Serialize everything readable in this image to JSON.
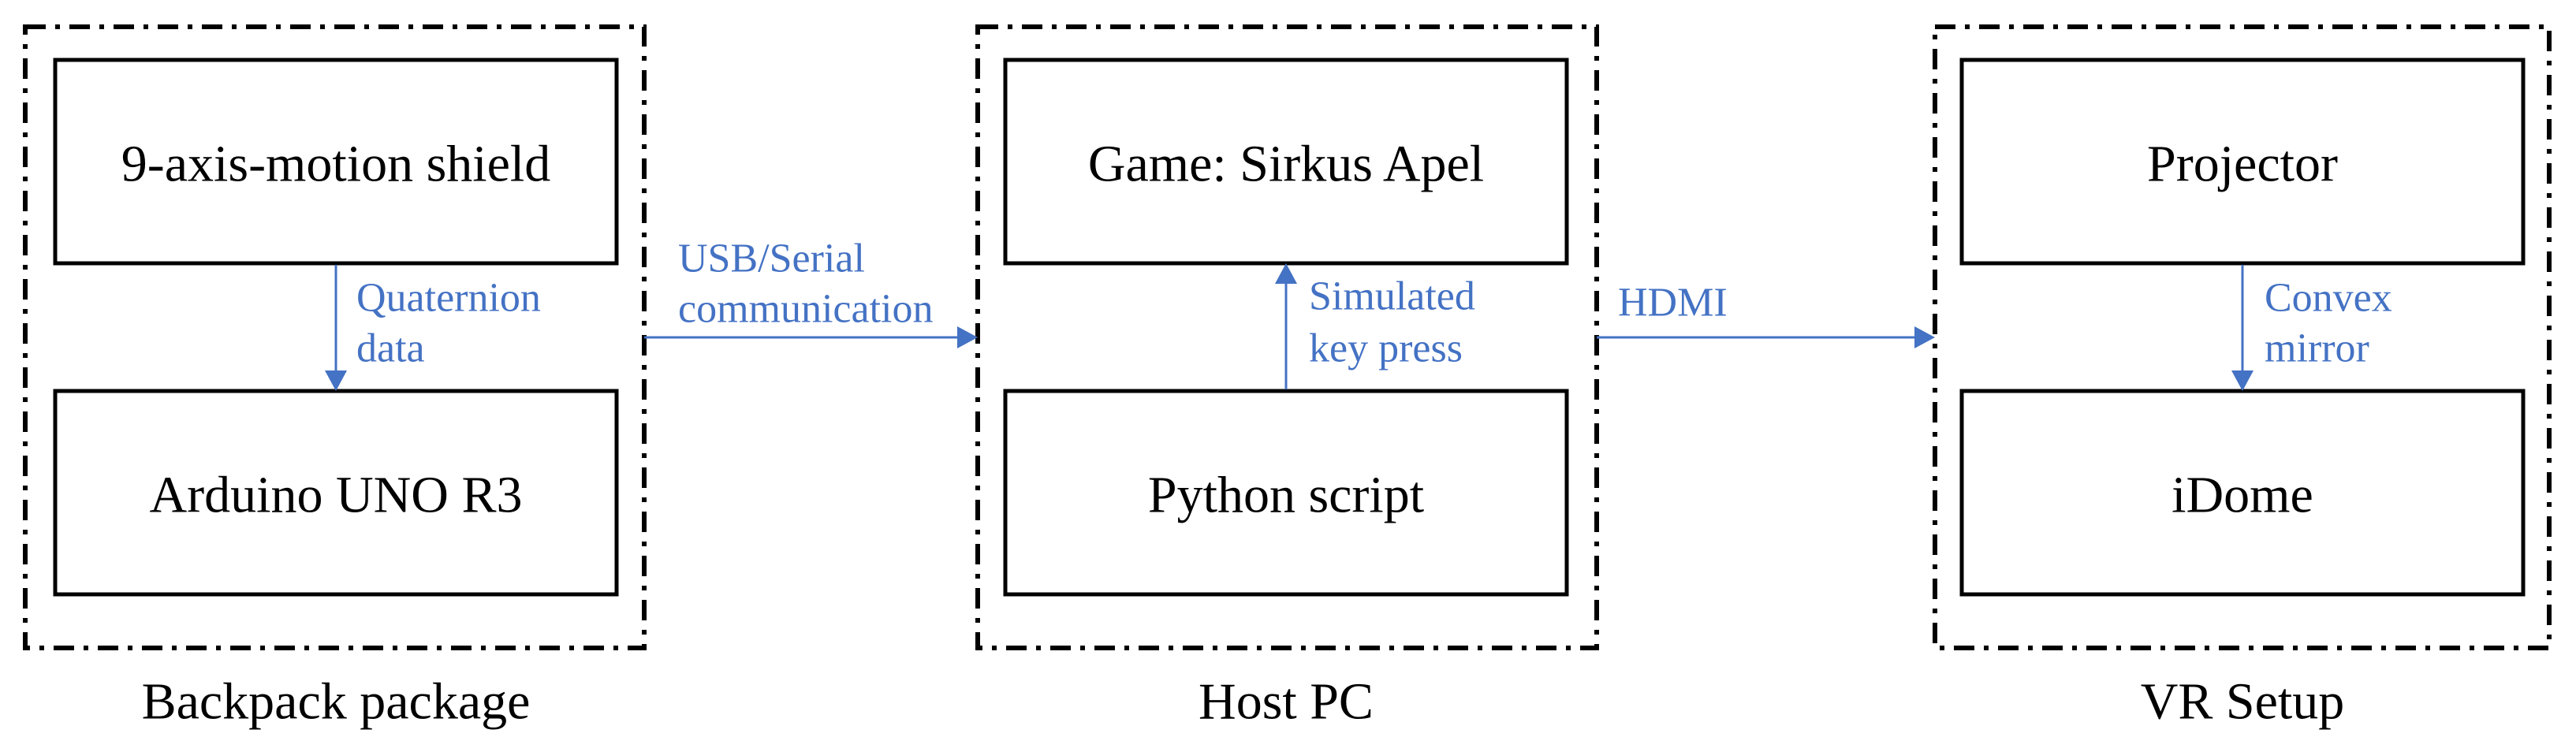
{
  "colors": {
    "box_stroke": "#000000",
    "group_stroke": "#000000",
    "arrow": "#4472c4",
    "arrow_label": "#4472c4"
  },
  "groups": [
    {
      "id": "backpack",
      "label": "Backpack package"
    },
    {
      "id": "host",
      "label": "Host PC"
    },
    {
      "id": "vr",
      "label": "VR Setup"
    }
  ],
  "nodes": [
    {
      "id": "shield",
      "label": "9-axis-motion shield"
    },
    {
      "id": "arduino",
      "label": "Arduino UNO R3"
    },
    {
      "id": "game",
      "label": "Game: Sirkus Apel"
    },
    {
      "id": "python",
      "label": "Python script"
    },
    {
      "id": "projector",
      "label": "Projector"
    },
    {
      "id": "idome",
      "label": "iDome"
    }
  ],
  "edges": [
    {
      "from": "shield",
      "to": "arduino",
      "label_lines": [
        "Quaternion",
        "data"
      ]
    },
    {
      "from": "backpack",
      "to": "host",
      "label_lines": [
        "USB/Serial",
        "communication"
      ]
    },
    {
      "from": "python",
      "to": "game",
      "label_lines": [
        "Simulated",
        "key press"
      ]
    },
    {
      "from": "host",
      "to": "vr",
      "label_lines": [
        "HDMI"
      ]
    },
    {
      "from": "projector",
      "to": "idome",
      "label_lines": [
        "Convex",
        "mirror"
      ]
    }
  ]
}
